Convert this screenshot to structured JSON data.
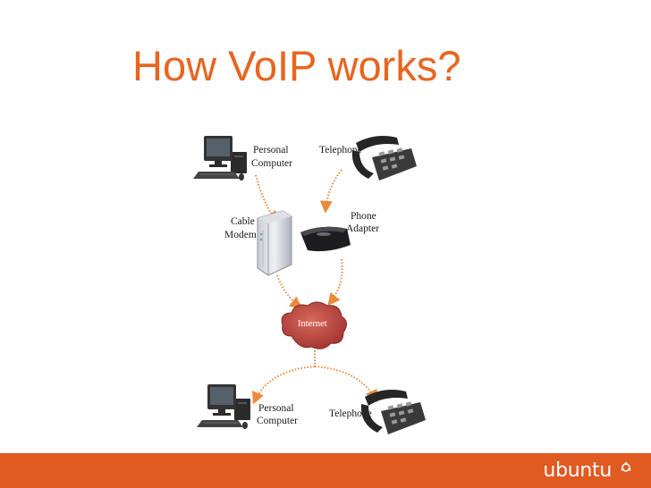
{
  "slide": {
    "title": "How VoIP works?"
  },
  "diagram": {
    "top_pc_label_1": "Personal",
    "top_pc_label_2": "Computer",
    "top_phone_label": "Telephone",
    "modem_label_1": "Cable",
    "modem_label_2": "Modem",
    "adapter_label_1": "Phone",
    "adapter_label_2": "Adapter",
    "cloud_label": "Internet",
    "bottom_pc_label_1": "Personal",
    "bottom_pc_label_2": "Computer",
    "bottom_phone_label": "Telephone"
  },
  "footer": {
    "brand": "ubuntu",
    "bar_color": "#e05a22"
  },
  "colors": {
    "title": "#e8651f",
    "arrow": "#ec8a3c",
    "cloud": "#b53a3a"
  }
}
